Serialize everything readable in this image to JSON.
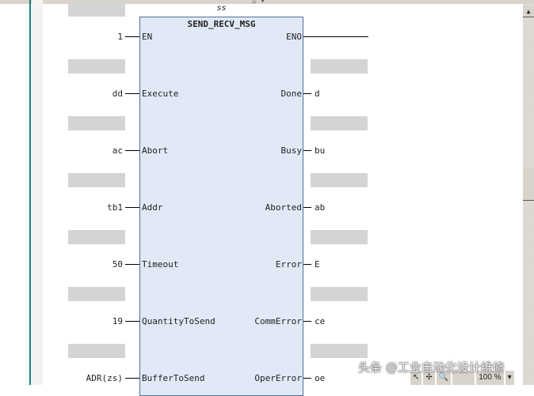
{
  "block": {
    "instance": "ss",
    "type": "SEND_RECV_MSG"
  },
  "inputs": [
    {
      "pin": "EN",
      "value": "1"
    },
    {
      "pin": "Execute",
      "value": "dd"
    },
    {
      "pin": "Abort",
      "value": "ac"
    },
    {
      "pin": "Addr",
      "value": "tb1"
    },
    {
      "pin": "Timeout",
      "value": "50"
    },
    {
      "pin": "QuantityToSend",
      "value": "19"
    },
    {
      "pin": "BufferToSend",
      "value": "ADR(zs)"
    }
  ],
  "outputs": [
    {
      "pin": "ENO",
      "value": ""
    },
    {
      "pin": "Done",
      "value": "d"
    },
    {
      "pin": "Busy",
      "value": "bu"
    },
    {
      "pin": "Aborted",
      "value": "ab"
    },
    {
      "pin": "Error",
      "value": "E"
    },
    {
      "pin": "CommError",
      "value": "ce"
    },
    {
      "pin": "OperError",
      "value": "oe"
    }
  ],
  "status": {
    "pointer": "↖",
    "move": "✢",
    "zoom_icon": "🔍",
    "zoom": "100 %",
    "dropdown": "▾"
  },
  "watermark": "头条 @工业自动化设计维修",
  "scroll_up": "▲",
  "nav_arrows": "△ ▼"
}
